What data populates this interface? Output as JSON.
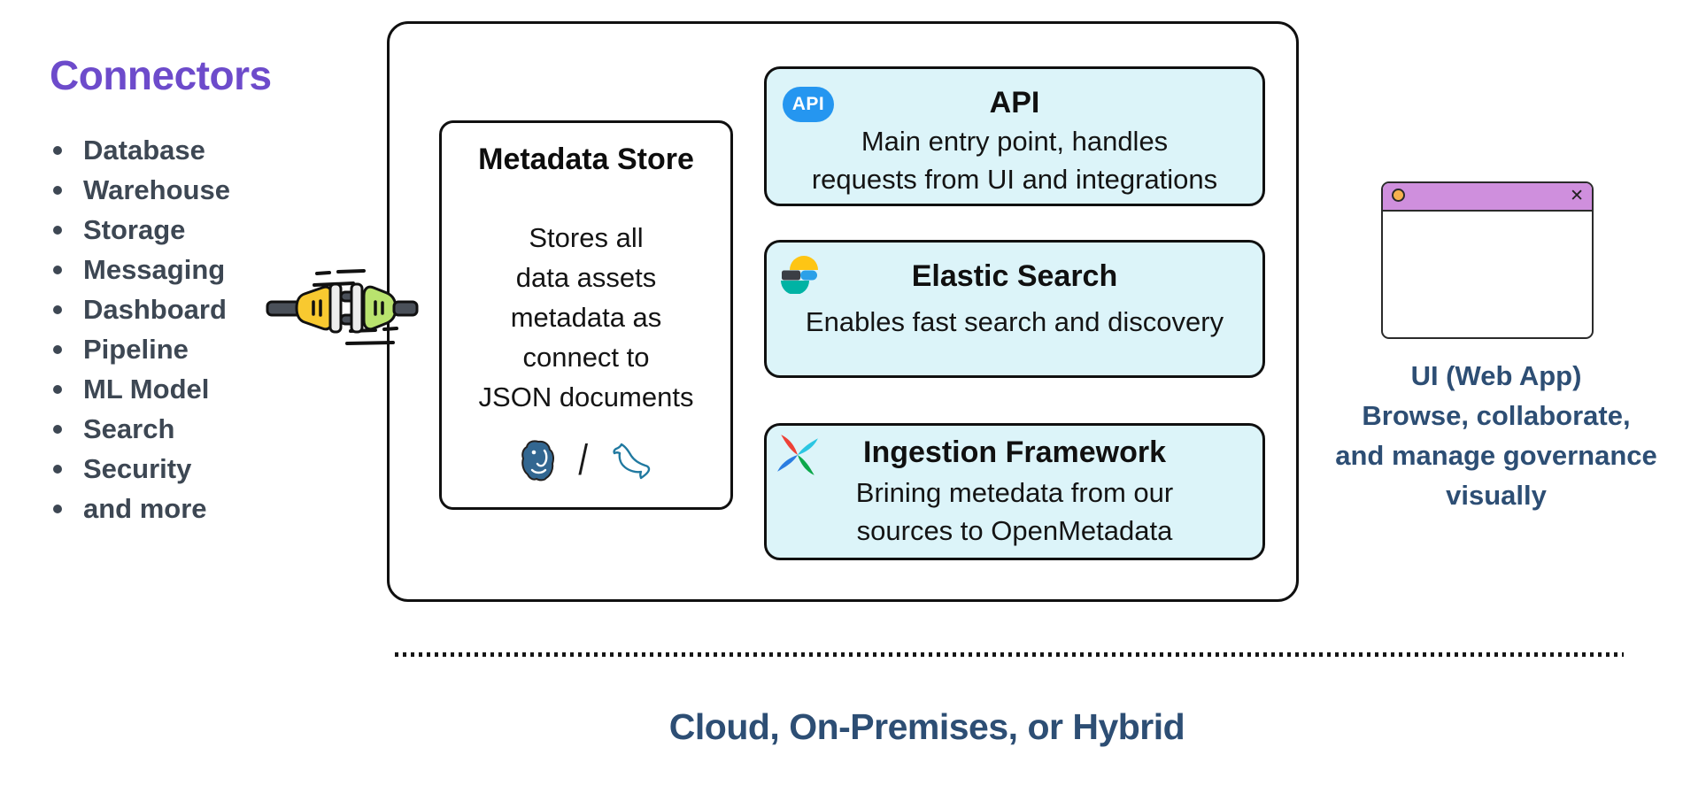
{
  "colors": {
    "accent_purple": "#6d4bcb",
    "list_text": "#3d4753",
    "cyan_panel": "#dcf4f9",
    "dark_blue_text": "#2d4e74",
    "api_badge_blue": "#2596f0",
    "titlebar_purple": "#cf8fdd",
    "titlebar_circle_orange": "#f6b14e"
  },
  "connectors": {
    "title": "Connectors",
    "items": [
      "Database",
      "Warehouse",
      "Storage",
      "Messaging",
      "Dashboard",
      "Pipeline",
      "ML Model",
      "Search",
      "Security",
      "and more"
    ]
  },
  "server_box": {
    "metadata_store": {
      "title": "Metadata Store",
      "lines": [
        "Stores all",
        "data assets",
        "metadata as",
        "connect to",
        "JSON documents"
      ],
      "separator": "/"
    },
    "components": [
      {
        "badge": "API",
        "title": "API",
        "lines": [
          "Main entry point, handles",
          "requests from UI and integrations"
        ]
      },
      {
        "title": "Elastic Search",
        "lines": [
          "Enables fast search and discovery"
        ]
      },
      {
        "title": "Ingestion Framework",
        "lines": [
          "Brining metedata from our",
          "sources to OpenMetadata"
        ]
      }
    ]
  },
  "ui_app": {
    "window": {
      "close_label": "✕"
    },
    "caption_lines": [
      "UI (Web App)",
      "Browse, collaborate,",
      "and manage governance",
      "visually"
    ]
  },
  "footer": {
    "label": "Cloud, On-Premises, or Hybrid"
  }
}
